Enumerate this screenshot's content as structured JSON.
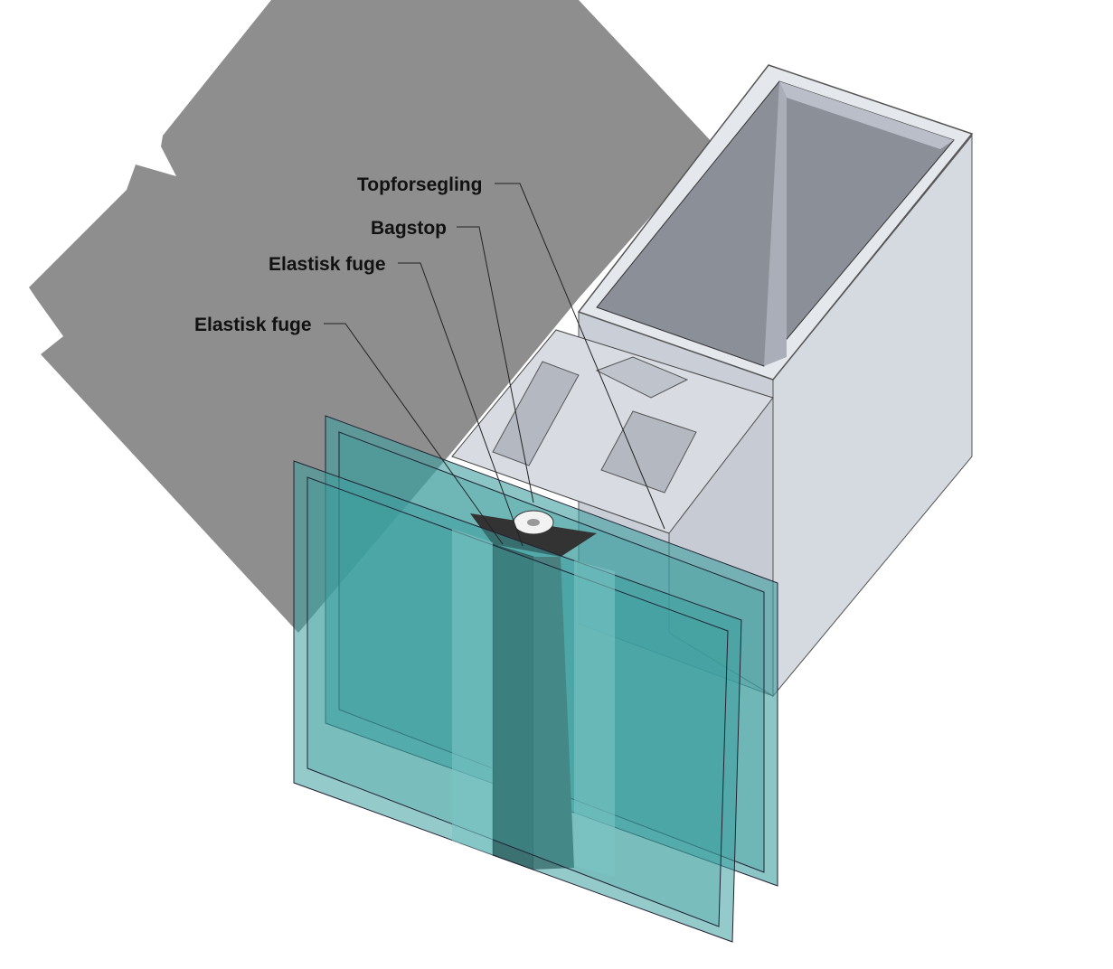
{
  "labels": {
    "top_seal": "Topforsegling",
    "back_stop": "Bagstop",
    "elastic_joint_1": "Elastisk fuge",
    "elastic_joint_2": "Elastisk fuge"
  },
  "colors": {
    "shadow": "#8e8e8e",
    "aluminium": "#d2d6de",
    "aluminium_dark": "#b9bec8",
    "glass": "#3d9e9e",
    "joint": "#3a3a3a"
  }
}
